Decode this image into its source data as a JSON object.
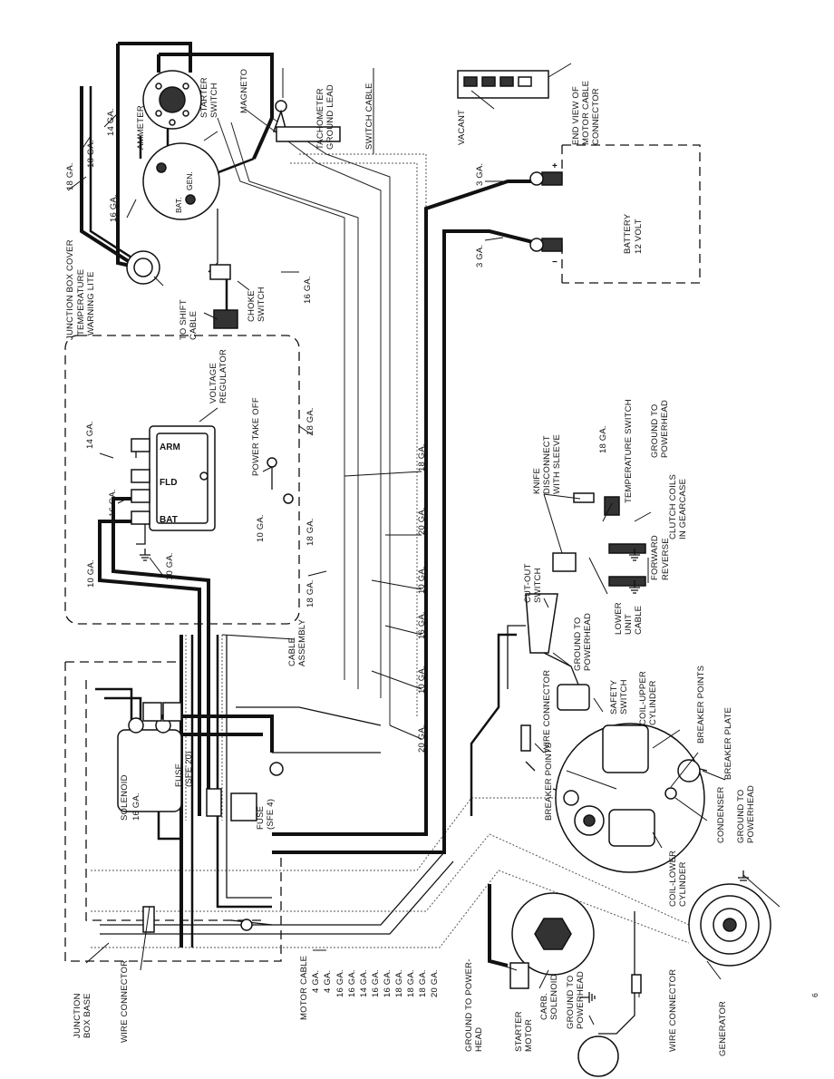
{
  "labels": {
    "junction_box_cover": "JUNCTION BOX COVER",
    "tachometer_ground_lead": [
      "TACHOMETER",
      "GROUND LEAD"
    ],
    "switch_cable": "SWITCH CABLE",
    "vacant": "VACANT",
    "end_view": [
      "END VIEW OF",
      "MOTOR CABLE",
      "CONNECTOR"
    ],
    "starter_switch": [
      "STARTER",
      "SWITCH"
    ],
    "magneto": "MAGNETO",
    "ammeter": "AMMETER",
    "bat": "BAT.",
    "gen": "GEN.",
    "temp_warning_lite": [
      "TEMPERATURE",
      "WARNING LITE"
    ],
    "to_shift_cable": [
      "TO SHIFT",
      "CABLE"
    ],
    "choke_switch": [
      "CHOKE",
      "SWITCH"
    ],
    "battery": [
      "BATTERY",
      "12 VOLT"
    ],
    "voltage_regulator": [
      "VOLTAGE",
      "REGULATOR"
    ],
    "reg_arm": "ARM",
    "reg_fld": "FLD",
    "reg_bat": "BAT",
    "power_take_off": "POWER TAKE OFF",
    "knife_disconnect": [
      "KNIFE",
      "DISCONNECT",
      "WITH SLEEVE"
    ],
    "temperature_switch": "TEMPERATURE SWITCH",
    "ground_to_powerhead": [
      "GROUND TO",
      "POWERHEAD"
    ],
    "clutch_coils": [
      "CLUTCH COILS",
      "IN GEARCASE"
    ],
    "forward": "FORWARD",
    "reverse": "REVERSE",
    "cut_out_switch": [
      "CUT-OUT",
      "SWITCH"
    ],
    "lower_unit_cable": [
      "LOWER",
      "UNIT",
      "CABLE"
    ],
    "cable_assembly": [
      "CABLE",
      "ASSEMBLY"
    ],
    "safety_switch": [
      "SAFETY",
      "SWITCH"
    ],
    "coil_upper": [
      "COIL-UPPER",
      "CYLINDER"
    ],
    "breaker_points": "BREAKER POINTS",
    "breaker_plate": "BREAKER PLATE",
    "wire_connector": "WIRE CONNECTOR",
    "solenoid": "SOLENOID",
    "fuse_sfe20": [
      "FUSE",
      "(SFE 20)"
    ],
    "fuse_sfe4": [
      "FUSE",
      "(SFE 4)"
    ],
    "condenser": "CONDENSER",
    "coil_lower": [
      "COIL-LOWER",
      "CYLINDER"
    ],
    "ground_to_power_head": [
      "GROUND TO POWER-",
      "HEAD"
    ],
    "junction_box_base": [
      "JUNCTION",
      "BOX BASE"
    ],
    "motor_cable": "MOTOR CABLE",
    "starter_motor": [
      "STARTER",
      "MOTOR"
    ],
    "carb_solenoid": [
      "CARB.",
      "SOLENOID"
    ],
    "generator": "GENERATOR",
    "page_mark": "6"
  },
  "gauges": {
    "g18a": "18 GA.",
    "g18b": "18 GA.",
    "g14a": "14 GA.",
    "g16a": "16 GA.",
    "g3a": "3 GA.",
    "g3b": "3 GA.",
    "g16b": "16 GA.",
    "g14b": "14 GA.",
    "g16c": "16 GA.",
    "g10a": "10 GA.",
    "g10b": "10 GA.",
    "g10c": "10 GA.",
    "g18c": "18 GA.",
    "g18d": "18 GA.",
    "g18e": "18 GA.",
    "g18f": "18 GA.",
    "g20a": "20 GA.",
    "g10d": "10 GA.",
    "g16d": "16 GA.",
    "g10e": "10 GA.",
    "g20b": "20 GA.",
    "g18g": "18 GA.",
    "g16e": "16 GA.",
    "motor_cable_gauges": [
      "4 GA.",
      "4 GA.",
      "16 GA.",
      "16 GA.",
      "14 GA.",
      "16 GA.",
      "16 GA.",
      "18 GA.",
      "18 GA.",
      "18 GA.",
      "20 GA."
    ]
  },
  "colors": {
    "ink": "#111111",
    "paper": "#ffffff"
  }
}
